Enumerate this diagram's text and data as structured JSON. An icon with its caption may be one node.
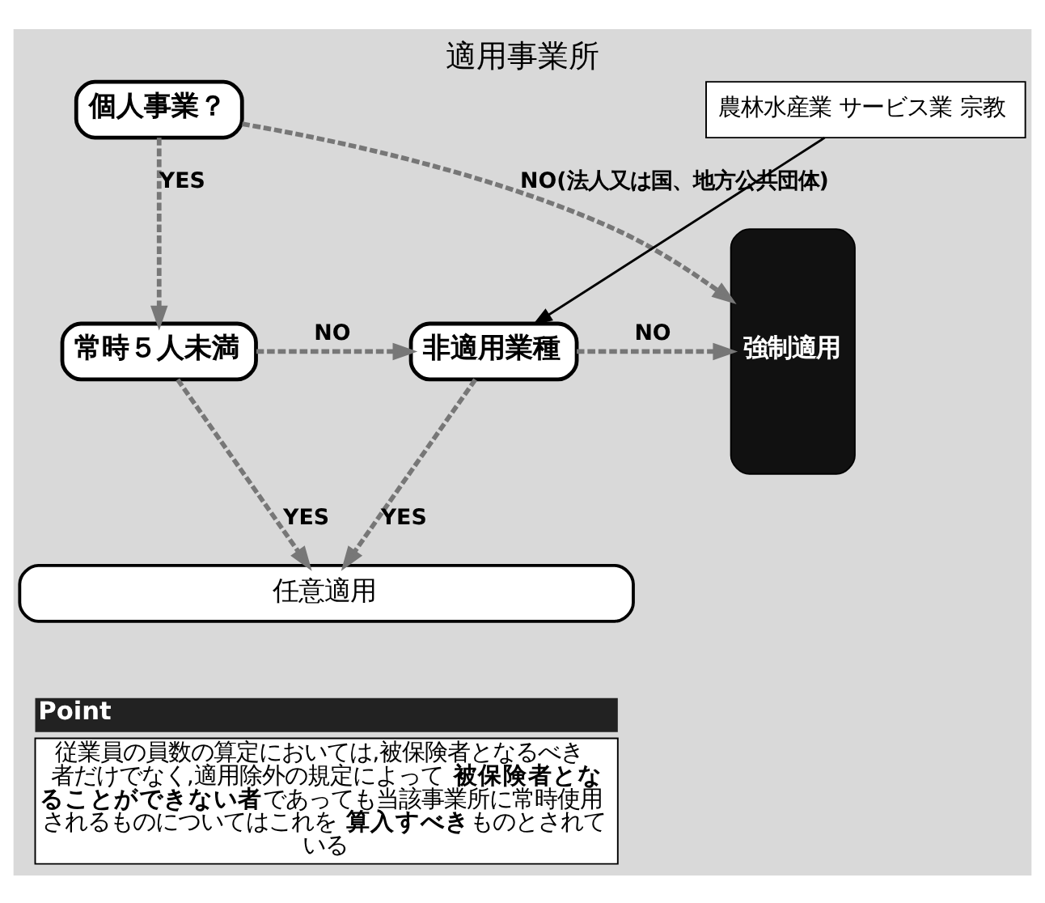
{
  "diagram": {
    "title": "適用事業所",
    "nodes": [
      {
        "text": [
          "個人事業？"
        ]
      },
      {
        "text": [
          "強制適用"
        ]
      },
      {
        "text": [
          "農林水産業 サービス業 宗教"
        ]
      },
      {
        "text": [
          "常時５人未満"
        ]
      },
      {
        "text": [
          "非適用業種"
        ]
      },
      {
        "text": [
          "任意適用"
        ]
      },
      {
        "text": [
          "Point",
          "従業員の員数の算定においては,被保険者となるべき者だけでなく,適用除外の規定によって**被保険者となることができない者**であっても当該事業所に常時使用されるものについてはこれを**算入すべき**ものとされている"
        ]
      }
    ],
    "edges": [
      {
        "from": 0,
        "to": 1,
        "arrow": "to",
        "label": "NO(法人又は国、地方公共団体)",
        "style": "dashed"
      },
      {
        "from": 0,
        "to": 3,
        "arrow": "to",
        "label": "YES",
        "style": "dashed"
      },
      {
        "from": 2,
        "to": 4,
        "arrow": "to",
        "color": "#000000"
      },
      {
        "from": 3,
        "to": 4,
        "arrow": "to",
        "label": "NO",
        "style": "dashed"
      },
      {
        "from": 4,
        "to": 1,
        "arrow": "to",
        "label": "NO",
        "style": "dashed"
      },
      {
        "from": 3,
        "to": 5,
        "arrow": "to",
        "label": "YES",
        "style": "dashed"
      },
      {
        "from": 4,
        "to": 5,
        "arrow": "to",
        "label": "YES",
        "style": "dashed"
      }
    ]
  }
}
